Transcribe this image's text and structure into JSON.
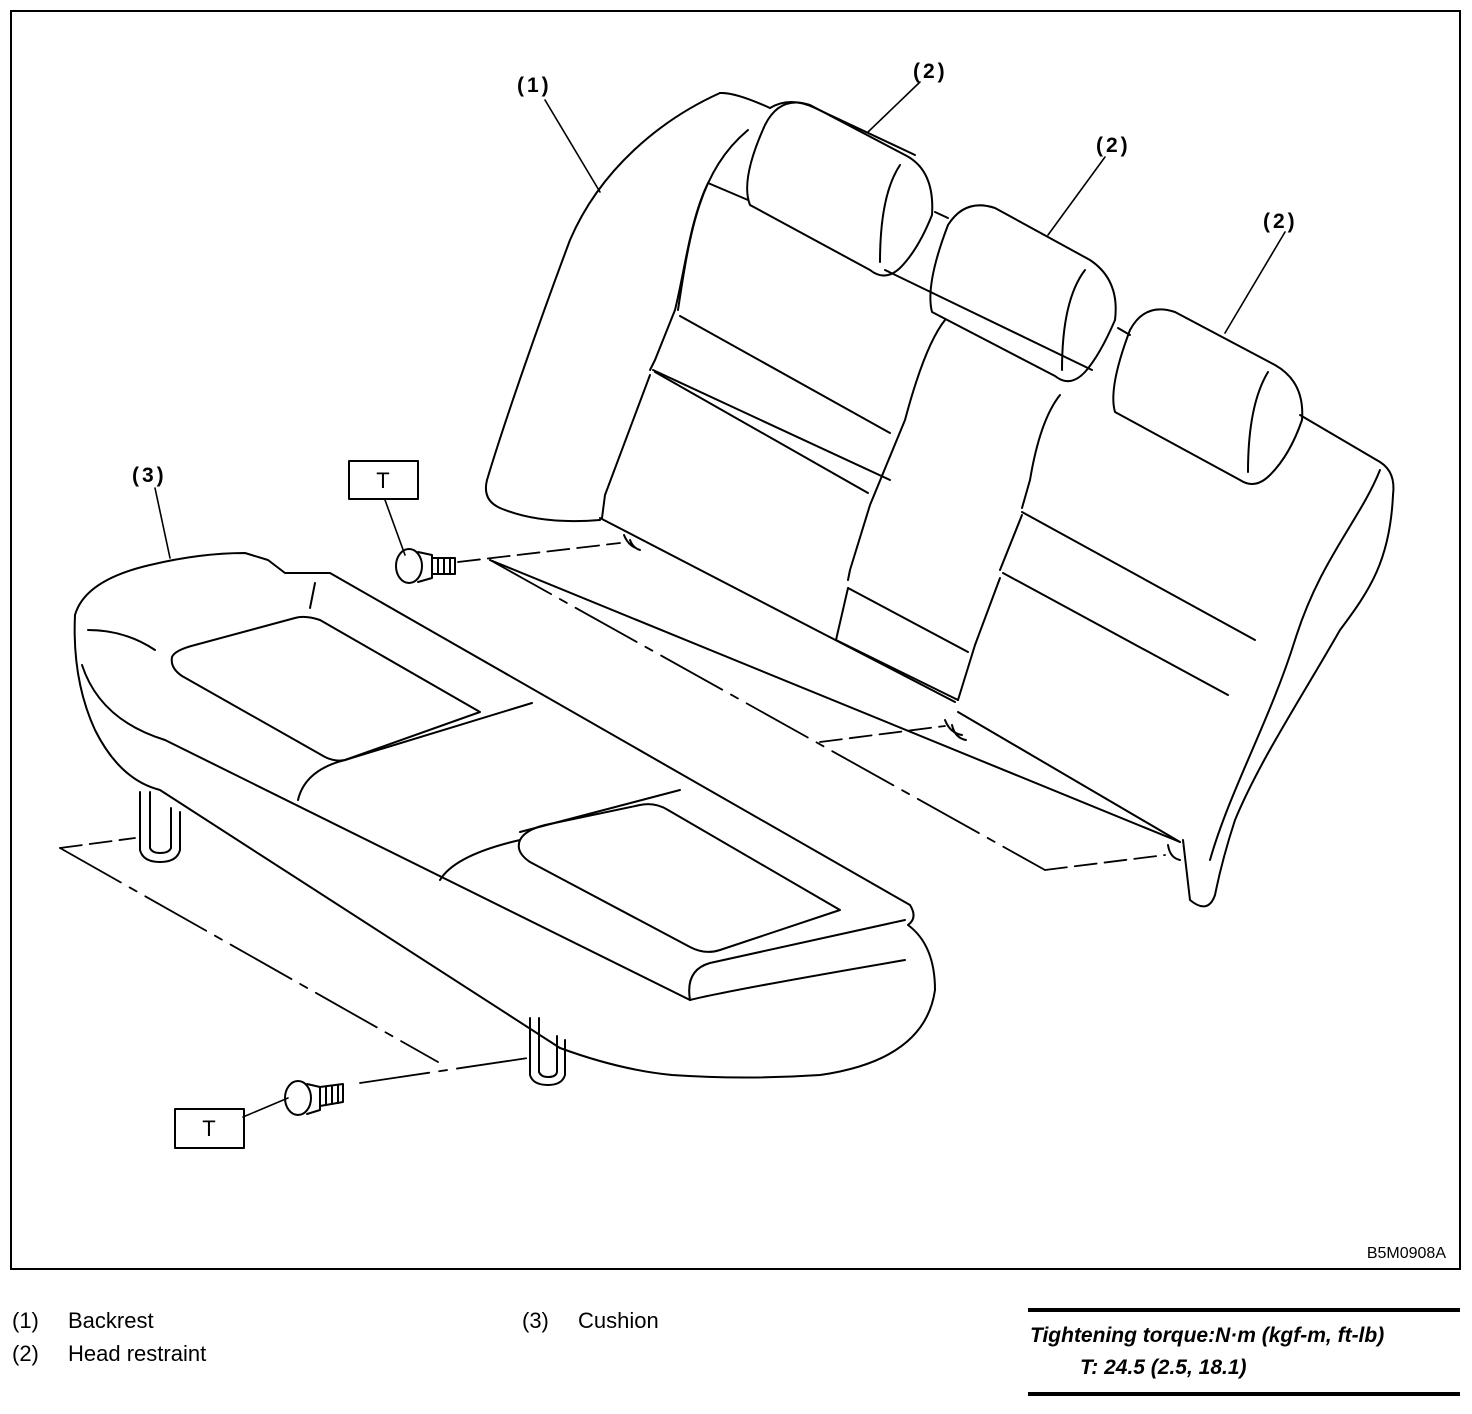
{
  "figure": {
    "id": "B5M0908A",
    "callouts": [
      {
        "key": "backrest",
        "text": "(1)"
      },
      {
        "key": "head_restraint_left",
        "text": "(2)"
      },
      {
        "key": "head_restraint_center",
        "text": "(2)"
      },
      {
        "key": "head_restraint_right",
        "text": "(2)"
      },
      {
        "key": "cushion",
        "text": "(3)"
      }
    ],
    "torque_marks": [
      "T",
      "T"
    ]
  },
  "legend": {
    "items": [
      {
        "num": "(1)",
        "label": "Backrest"
      },
      {
        "num": "(2)",
        "label": "Head restraint"
      },
      {
        "num": "(3)",
        "label": "Cushion"
      }
    ]
  },
  "torque": {
    "title": "Tightening torque:N·m (kgf-m, ft-lb)",
    "value": "T: 24.5 (2.5, 18.1)"
  }
}
